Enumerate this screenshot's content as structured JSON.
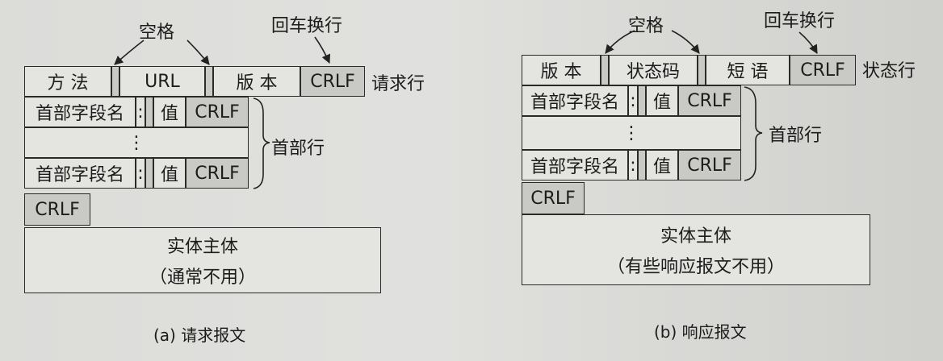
{
  "request": {
    "callout_space": "空格",
    "callout_crlf": "回车换行",
    "method": "方 法",
    "url": "URL",
    "version": "版 本",
    "crlf": "CRLF",
    "line_label": "请求行",
    "header_name": "首部字段名",
    "colon": ":",
    "value": "值",
    "ellipsis": "⋮",
    "brace_label": "首部行",
    "body_line1": "实体主体",
    "body_line2": "（通常不用）",
    "caption": "(a) 请求报文"
  },
  "response": {
    "callout_space": "空格",
    "callout_crlf": "回车换行",
    "version": "版 本",
    "status_code": "状态码",
    "phrase": "短 语",
    "crlf": "CRLF",
    "line_label": "状态行",
    "header_name": "首部字段名",
    "colon": ":",
    "value": "值",
    "ellipsis": "⋮",
    "brace_label": "首部行",
    "body_line1": "实体主体",
    "body_line2": "（有些响应报文不用）",
    "caption": "(b) 响应报文"
  }
}
